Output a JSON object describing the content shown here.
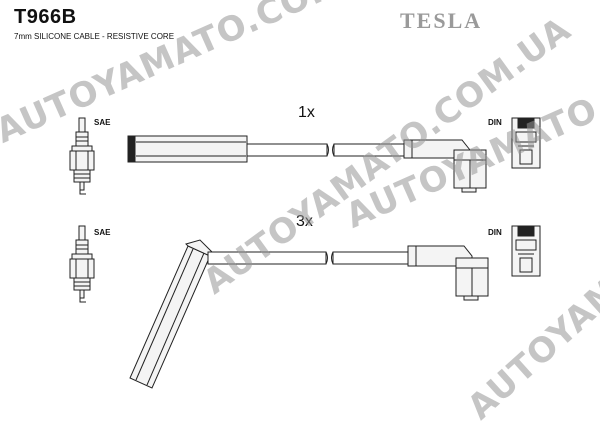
{
  "header": {
    "part_code": "T966B",
    "description": "7mm SILICONE CABLE - RESISTIVE CORE",
    "brand": "TESLA"
  },
  "rows": [
    {
      "quantity": "1x",
      "left_label": "SAE",
      "right_label": "DIN"
    },
    {
      "quantity": "3x",
      "left_label": "SAE",
      "right_label": "DIN"
    }
  ],
  "watermarks": [
    "AUTOYAMATO.COM.UA",
    "AUTOYAMATO.COM.UA",
    "AUTOYAMATO.COM.UA",
    "AUTOYAMATO.COM.UA"
  ],
  "colors": {
    "line": "#222222",
    "fill": "#f4f4f4",
    "watermark": "#969696",
    "brand": "#9a9a9a"
  }
}
